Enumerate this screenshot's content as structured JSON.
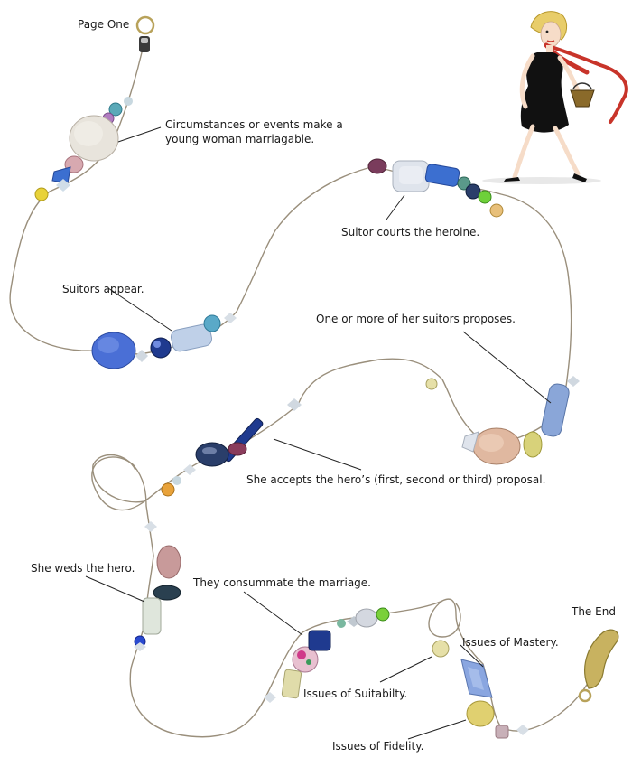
{
  "labels": {
    "page_one": "Page One",
    "circumstances": "Circumstances or events make a young woman marriagable.",
    "suitor_courts": "Suitor courts the heroine.",
    "suitors_appear": "Suitors appear.",
    "proposes": "One or more of her suitors proposes.",
    "accepts": "She accepts the hero’s (first, second or third) proposal.",
    "weds": "She weds the hero.",
    "consummate": "They consummate the marriage.",
    "the_end": "The End",
    "mastery": "Issues of Mastery.",
    "suitability": "Issues of Suitabilty.",
    "fidelity": "Issues of Fidelity."
  },
  "colors": {
    "string": "#9a8f7c",
    "leader": "#222222",
    "dress": "#111111",
    "scarf": "#c8342a"
  },
  "icons": {
    "illustration": "woman-walking-fashion-illustration",
    "clasp": "lobster-clasp-icon",
    "ring": "jump-ring-icon"
  }
}
